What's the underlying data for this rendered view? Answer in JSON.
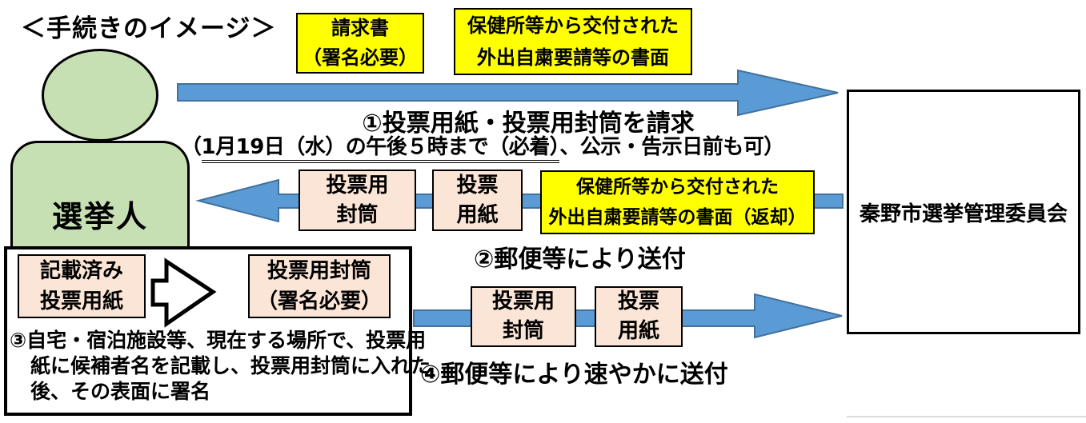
{
  "title": "＜手続きのイメージ＞",
  "colors": {
    "person_green": "#c6e0b4",
    "arrow_blue": "#5b9bd5",
    "arrow_blue_border": "#41719c",
    "doc_yellow": "#ffff00",
    "doc_pink": "#fbe5d6",
    "ink": "#000000"
  },
  "voter": {
    "label": "選挙人"
  },
  "committee": {
    "label": "秦野市選挙管理委員会"
  },
  "step1": {
    "doc_request": {
      "line1": "請求書",
      "line2": "（署名必要）"
    },
    "doc_notice": {
      "line1": "保健所等から交付された",
      "line2": "外出自粛要請等の書面"
    },
    "caption": "①投票用紙・投票用封筒を請求",
    "note_open": "（",
    "note_underlined": "1月19日（水）の午後５時まで（必着）",
    "note_rest": "、公示・告示日前も可）"
  },
  "step2": {
    "doc_envelope": {
      "line1": "投票用",
      "line2": "封筒"
    },
    "doc_ballot": {
      "line1": "投票",
      "line2": "用紙"
    },
    "doc_notice_return": {
      "line1": "保健所等から交付された",
      "line2": "外出自粛要請等の書面（返却）"
    },
    "caption": "②郵便等により送付"
  },
  "step3": {
    "doc_filled_ballot": {
      "line1": "記載済み",
      "line2": "投票用紙"
    },
    "doc_signed_envelope": {
      "line1": "投票用封筒",
      "line2": "（署名必要）"
    },
    "caption_line1": "③自宅・宿泊施設等、現在する場所で、投票用",
    "caption_line2": "紙に候補者名を記載し、投票用封筒に入れた",
    "caption_line3": "後、その表面に署名"
  },
  "step4": {
    "doc_envelope": {
      "line1": "投票用",
      "line2": "封筒"
    },
    "doc_ballot": {
      "line1": "投票",
      "line2": "用紙"
    },
    "caption": "④郵便等により速やかに送付"
  }
}
